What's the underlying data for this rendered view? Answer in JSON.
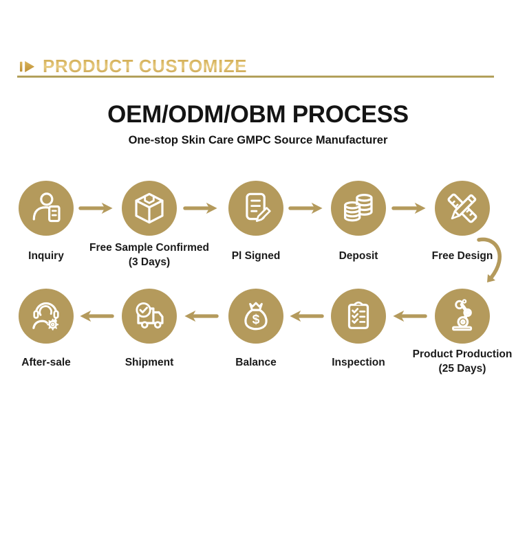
{
  "section_header": {
    "title": "PRODUCT CUSTOMIZE"
  },
  "hero": {
    "title": "OEM/ODM/OBM PROCESS",
    "subtitle": "One-stop Skin Care GMPC Source Manufacturer"
  },
  "process": {
    "row1": [
      {
        "label": "Inquiry",
        "sublabel": "",
        "icon": "inquiry-person-icon"
      },
      {
        "label": "Free Sample Confirmed",
        "sublabel": "(3 Days)",
        "icon": "sample-box-icon"
      },
      {
        "label": "Pl Signed",
        "sublabel": "",
        "icon": "document-sign-icon"
      },
      {
        "label": "Deposit",
        "sublabel": "",
        "icon": "coins-stack-icon"
      },
      {
        "label": "Free Design",
        "sublabel": "",
        "icon": "ruler-pencil-icon"
      }
    ],
    "row2": [
      {
        "label": "After-sale",
        "sublabel": "",
        "icon": "headset-support-icon"
      },
      {
        "label": "Shipment",
        "sublabel": "",
        "icon": "delivery-truck-icon"
      },
      {
        "label": "Balance",
        "sublabel": "",
        "icon": "money-bag-icon"
      },
      {
        "label": "Inspection",
        "sublabel": "",
        "icon": "checklist-clipboard-icon"
      },
      {
        "label": "Product Production",
        "sublabel": "(25 Days)",
        "icon": "robot-arm-icon"
      }
    ]
  },
  "icons": {
    "dollar_sign": "$"
  },
  "colors": {
    "gold_circle": "#b49a5c",
    "gold_arrow": "#b49a5c",
    "header_gold": "#c79e3d",
    "divider_gold": "#b2a05a",
    "text_dark": "#141414",
    "background": "#ffffff"
  }
}
